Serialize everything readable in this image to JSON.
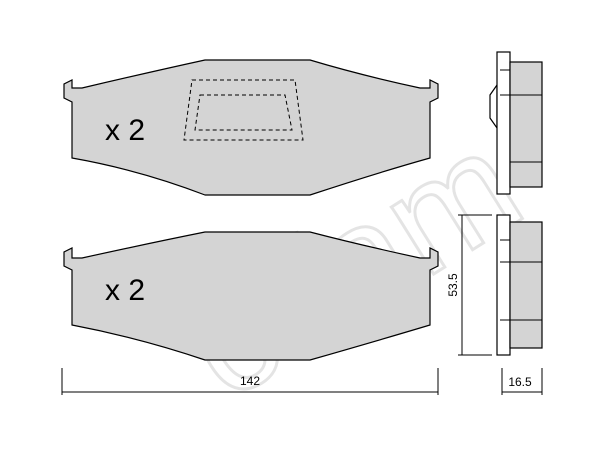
{
  "figure": {
    "watermark": "cifam",
    "pads": [
      {
        "quantity_label": "x 2"
      },
      {
        "quantity_label": "x 2"
      }
    ],
    "dimensions": {
      "length": "142",
      "height": "53.5",
      "thickness": "16.5"
    }
  }
}
